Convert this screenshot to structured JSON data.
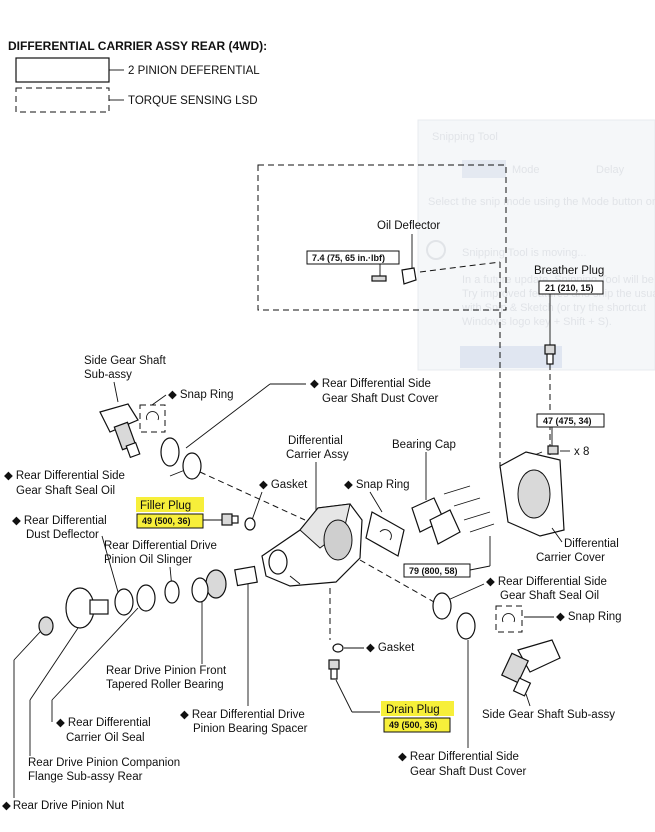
{
  "title": "DIFFERENTIAL CARRIER ASSY REAR (4WD):",
  "legend": [
    {
      "style": "solid",
      "label": "2 PINION DEFERENTIAL"
    },
    {
      "style": "dashed",
      "label": "TORQUE SENSING LSD"
    }
  ],
  "bullet": "◆",
  "labels": {
    "oil_deflector": "Oil Deflector",
    "breather_plug": "Breather Plug",
    "side_gear_shaft_sub_assy_l1": "Side Gear Shaft",
    "side_gear_shaft_sub_assy_l2": "Sub-assy",
    "snap_ring_left": "Snap Ring",
    "dust_cover_upper_l1": "Rear Differential Side",
    "dust_cover_upper_l2": "Gear Shaft Dust Cover",
    "carrier_assy_l1": "Differential",
    "carrier_assy_l2": "Carrier Assy",
    "bearing_cap": "Bearing Cap",
    "x8": "x 8",
    "seal_oil_left_l1": "Rear Differential Side",
    "seal_oil_left_l2": "Gear Shaft Seal Oil",
    "gasket_upper": "Gasket",
    "snap_ring_center": "Snap Ring",
    "filler_plug": "Filler Plug",
    "dust_deflector_l1": "Rear Differential",
    "dust_deflector_l2": "Dust Deflector",
    "oil_slinger_l1": "Rear Differential Drive",
    "oil_slinger_l2": "Pinion Oil Slinger",
    "carrier_cover_l1": "Differential",
    "carrier_cover_l2": "Carrier Cover",
    "seal_oil_right_l1": "Rear Differential Side",
    "seal_oil_right_l2": "Gear Shaft Seal Oil",
    "snap_ring_right": "Snap Ring",
    "gasket_lower": "Gasket",
    "front_bearing_l1": "Rear Drive Pinion Front",
    "front_bearing_l2": "Tapered Roller Bearing",
    "side_gear_shaft_right": "Side Gear Shaft Sub-assy",
    "carrier_oil_seal_l1": "Rear Differential",
    "carrier_oil_seal_l2": "Carrier Oil Seal",
    "bearing_spacer_l1": "Rear Differential Drive",
    "bearing_spacer_l2": "Pinion Bearing Spacer",
    "drain_plug": "Drain Plug",
    "companion_flange_l1": "Rear Drive Pinion Companion",
    "companion_flange_l2": "Flange Sub-assy Rear",
    "dust_cover_lower_l1": "Rear Differential Side",
    "dust_cover_lower_l2": "Gear Shaft Dust Cover",
    "pinion_nut": "Rear Drive Pinion Nut"
  },
  "torques": {
    "oil_deflector": "7.4 (75, 65 in.·lbf)",
    "breather_plug": "21 (210, 15)",
    "carrier_cover": "47 (475, 34)",
    "filler_plug": "49 (500, 36)",
    "bearing_cap": "79 (800, 58)",
    "drain_plug": "49 (500, 36)"
  },
  "highlight_color": "#f7ef3a",
  "overlay": {
    "tool": "Snipping Tool",
    "mode": "Mode",
    "delay": "Delay",
    "line1": "Select the snip mode using the Mode button or",
    "heading": "Snipping Tool is moving...",
    "p1": "In a future update, Snipping Tool will be moving to a new home.",
    "p2": "Try improved features and snip the usual way",
    "p3": "with Snip & Sketch (or try the shortcut",
    "p4": "Windows logo key + Shift + S)."
  }
}
